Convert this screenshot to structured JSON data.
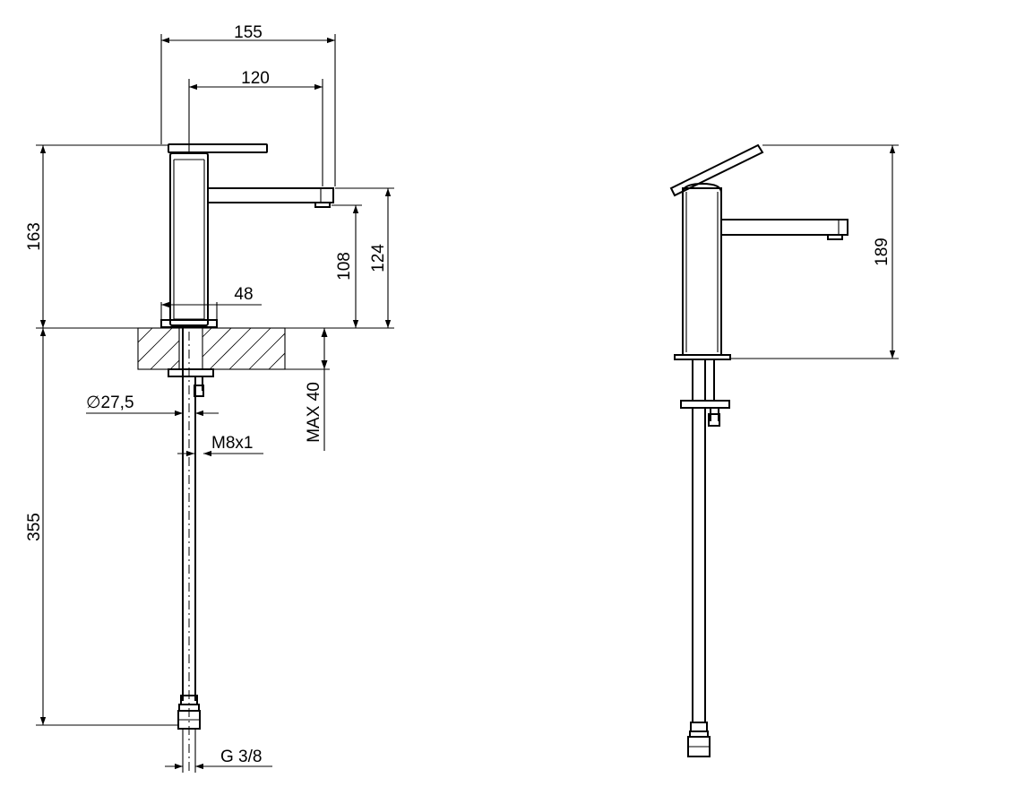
{
  "colors": {
    "line": "#000000",
    "background": "#ffffff"
  },
  "dimensions": {
    "width_overall": "155",
    "spout_reach": "120",
    "height_total_front": "163",
    "height_spout_top": "124",
    "height_spout_outlet": "108",
    "base_diameter_dim": "48",
    "thread_diameter": "∅27,5",
    "stud_thread": "M8x1",
    "max_deck_thickness": "MAX 40",
    "hose_length": "355",
    "hose_connection": "G 3/8",
    "height_total_side": "189"
  }
}
